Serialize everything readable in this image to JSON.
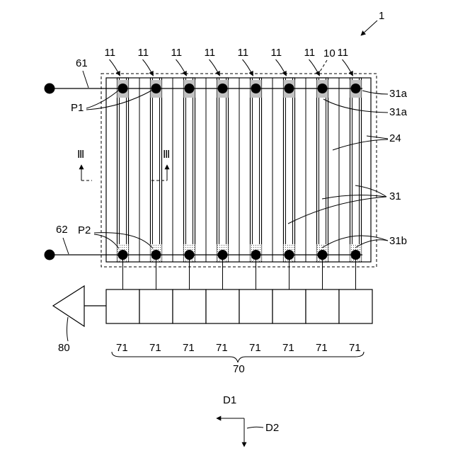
{
  "figure": {
    "ref_device": "1",
    "ref_region": "10",
    "ref_element": "11",
    "ref_line_top": "61",
    "ref_line_bottom": "62",
    "ref_p1": "P1",
    "ref_p2": "P2",
    "ref_section_left": "Ⅲ",
    "ref_section_right": "Ⅲ",
    "ref_31a_upper": "31a",
    "ref_31a_lower": "31a",
    "ref_24": "24",
    "ref_31": "31",
    "ref_31b": "31b",
    "ref_amp": "80",
    "ref_unit": "71",
    "ref_unit_group": "70",
    "axis_d1": "D1",
    "axis_d2": "D2",
    "element_count": 8
  }
}
